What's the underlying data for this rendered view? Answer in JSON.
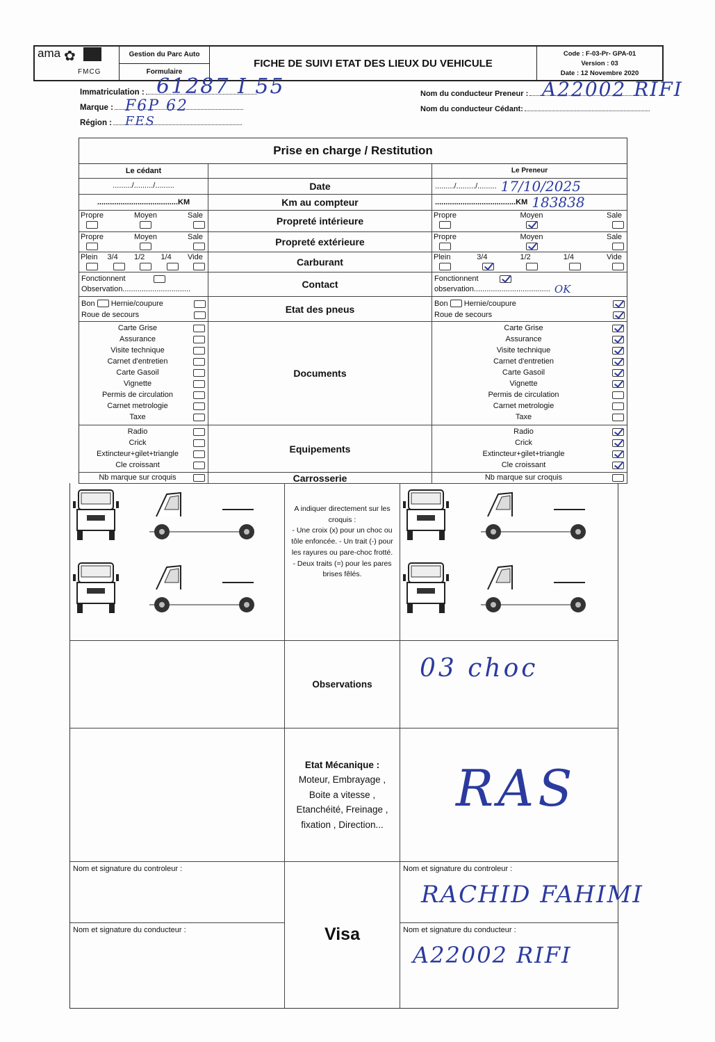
{
  "header": {
    "logo_ama": "ama",
    "logo_fmcg": "FMCG",
    "dept": "Gestion du Parc Auto",
    "doc_type": "Formulaire",
    "title": "FICHE DE SUIVI ETAT DES LIEUX DU VEHICULE",
    "code": "Code : F-03-Pr- GPA-01",
    "version": "Version : 03",
    "date": "Date : 12 Novembre 2020"
  },
  "fields": {
    "immat_label": "Immatriculation :",
    "immat_value": "61287 I 55",
    "marque_label": "Marque :",
    "marque_value": "F6P 62",
    "region_label": "Région :",
    "region_value": "FES",
    "preneur_label": "Nom du conducteur Preneur :",
    "preneur_value": "A22002 RIFI",
    "cedant_label": "Nom du conducteur Cédant:"
  },
  "table": {
    "title": "Prise en charge / Restitution",
    "cedant": "Le cédant",
    "preneur": "Le Preneur",
    "date_label": "Date",
    "date_blank": "........./........./.........",
    "date_value": "17/10/2025",
    "km_label": "Km au compteur",
    "km_blank": "......................................KM",
    "km_value": "183838",
    "prop_int_label": "Propreté intérieure",
    "prop_ext_label": "Propreté extérieure",
    "carb_label": "Carburant",
    "contact_label": "Contact",
    "pneus_label": "Etat des pneus",
    "docs_label": "Documents",
    "equip_label": "Equipements",
    "carrosserie_label": "Carrosserie",
    "clean_options": [
      "Propre",
      "Moyen",
      "Sale"
    ],
    "fuel_options": [
      "Plein",
      "3/4",
      "1/2",
      "1/4",
      "Vide"
    ],
    "right_prop_int": "Moyen",
    "right_prop_ext": "Moyen",
    "right_fuel": "3/4",
    "fonctionnent": "Fonctionnent",
    "obs_left": "Observation................................",
    "obs_right": "observation....................................",
    "obs_value": "OK",
    "bon": "Bon",
    "hernie": "Hernie/coupure",
    "roue": "Roue de secours",
    "docs": [
      {
        "label": "Carte Grise",
        "r": true
      },
      {
        "label": "Assurance",
        "r": true
      },
      {
        "label": "Visite technique",
        "r": true
      },
      {
        "label": "Carnet d'entretien",
        "r": true
      },
      {
        "label": "Carte Gasoil",
        "r": true
      },
      {
        "label": "Vignette",
        "r": true
      },
      {
        "label": "Permis de circulation",
        "r": false
      },
      {
        "label": "Carnet metrologie",
        "r": false
      },
      {
        "label": "Taxe",
        "r": false
      }
    ],
    "equip": [
      {
        "label": "Radio",
        "r": true
      },
      {
        "label": "Crick",
        "r": true
      },
      {
        "label": "Extincteur+gilet+triangle",
        "r": true
      },
      {
        "label": "Cle croissant",
        "r": true
      }
    ],
    "nb_marque": "Nb marque sur croquis"
  },
  "lower": {
    "instructions": [
      "A indiquer directement sur les croquis :",
      "- Une croix (x) pour un choc ou tôle enfoncée.            - Un trait (-) pour les rayures ou pare-choc frotté.",
      "- Deux traits (=) pour les pares brises fêlés."
    ],
    "observations_label": "Observations",
    "observations_value": "03 choc",
    "meca_title": "Etat Mécanique  :",
    "meca_items": "Moteur, Embrayage , Boite a vitesse , Etanchéité, Freinage , fixation , Direction...",
    "meca_value": "RAS",
    "controleur_label": "Nom et signature du controleur :",
    "conducteur_label": "Nom et signature du conducteur :",
    "visa": "Visa",
    "controleur_value": "RACHID FAHIMI",
    "conducteur_value": "A22002 RIFI"
  },
  "colors": {
    "ink": "#2b3a9e"
  }
}
